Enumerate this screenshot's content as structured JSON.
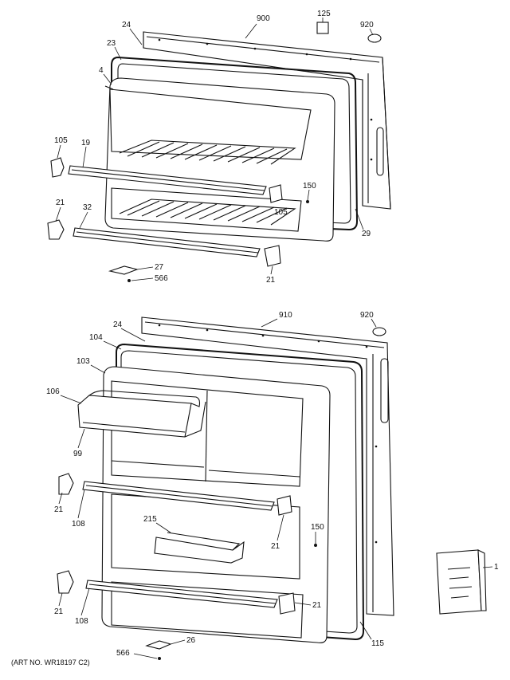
{
  "callouts": {
    "upper": {
      "p24": "24",
      "p900": "900",
      "p125": "125",
      "p920": "920",
      "p23": "23",
      "p4": "4",
      "p105a": "105",
      "p19": "19",
      "p150": "150",
      "p21a": "21",
      "p32": "32",
      "p105b": "105",
      "p29": "29",
      "p27": "27",
      "p566": "566",
      "p21b": "21"
    },
    "lower": {
      "p24": "24",
      "p910": "910",
      "p920": "920",
      "p104": "104",
      "p103": "103",
      "p106": "106",
      "p99": "99",
      "p21a": "21",
      "p108a": "108",
      "p215": "215",
      "p150": "150",
      "p21b": "21",
      "p21c": "21",
      "p108b": "108",
      "p21d": "21",
      "p115": "115",
      "p1": "1",
      "p566": "566",
      "p26": "26"
    }
  },
  "art_no": "(ART NO. WR18197 C2)"
}
